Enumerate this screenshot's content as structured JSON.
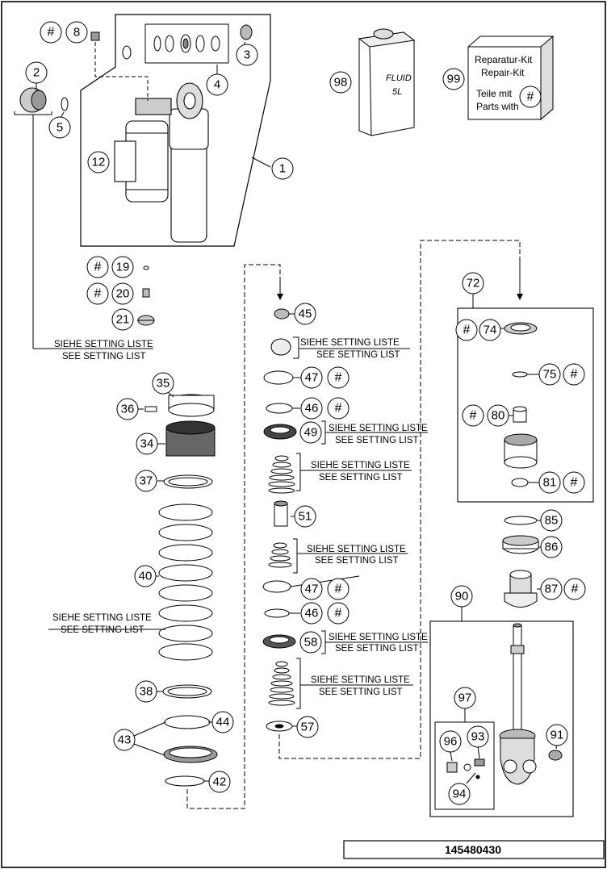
{
  "part_number": "145480430",
  "callouts": {
    "1": "1",
    "2": "2",
    "3": "3",
    "4": "4",
    "5": "5",
    "8": "8",
    "12": "12",
    "19": "19",
    "20": "20",
    "21": "21",
    "34": "34",
    "35": "35",
    "36": "36",
    "37": "37",
    "38": "38",
    "40": "40",
    "42": "42",
    "43": "43",
    "44": "44",
    "45": "45",
    "46a": "46",
    "46b": "46",
    "47a": "47",
    "47b": "47",
    "49": "49",
    "51": "51",
    "57": "57",
    "58": "58",
    "72": "72",
    "74": "74",
    "75": "75",
    "80": "80",
    "81": "81",
    "85": "85",
    "86": "86",
    "87": "87",
    "90": "90",
    "91": "91",
    "93": "93",
    "94": "94",
    "96": "96",
    "97": "97",
    "98": "98",
    "99": "99"
  },
  "hash_symbol": "#",
  "setting_note": {
    "de": "SIEHE SETTING LISTE",
    "en": "SEE SETTING LIST"
  },
  "fluid_can": {
    "line1": "FLUID",
    "line2": "5L"
  },
  "repair_kit": {
    "line1": "Reparatur-Kit",
    "line2": "Repair-Kit",
    "line3": "Teile mit",
    "line4": "Parts with"
  }
}
